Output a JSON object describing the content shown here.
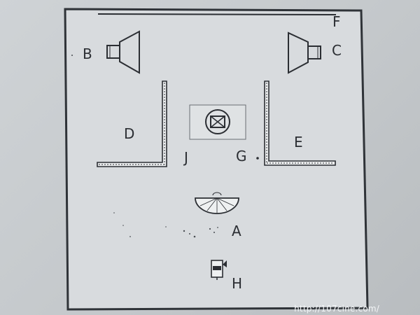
{
  "labels": {
    "A": "A",
    "B": "B",
    "C": "C",
    "D": "D",
    "E": "E",
    "F": "F",
    "G": "G",
    "H": "H",
    "J": "J"
  },
  "watermark": "http://107cine.com/",
  "icons": {
    "speaker_left": "speaker-icon",
    "speaker_right": "speaker-icon",
    "screen": "projector-screen-icon",
    "seat": "semicircle-seat-icon",
    "camera": "camera-icon"
  },
  "colors": {
    "ink": "#2b2e33",
    "paper": "#d9dcdf",
    "background": "#c9cdd0"
  }
}
